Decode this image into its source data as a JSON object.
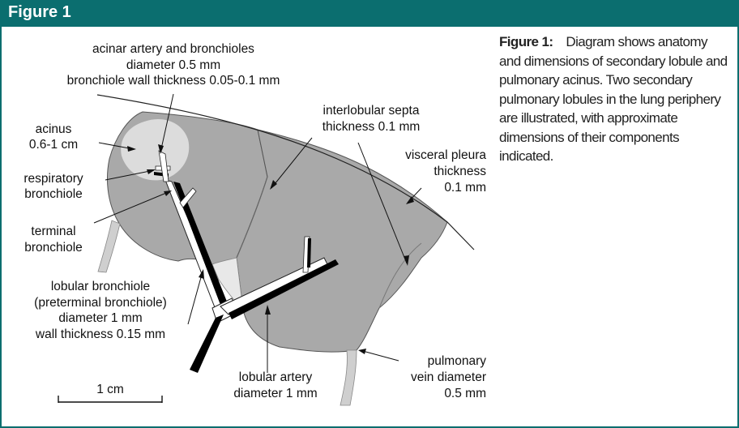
{
  "figure": {
    "header_title": "Figure 1",
    "caption_label": "Figure 1:",
    "caption_text": "Diagram shows anatomy and dimensions of secondary lobule and pulmonary acinus. Two secondary pulmonary lobules in the lung periphery are illustrated, with approximate dimensions of their components indicated."
  },
  "labels": {
    "acinar": [
      "acinar artery and bronchioles",
      "diameter 0.5 mm",
      "bronchiole wall thickness 0.05-0.1 mm"
    ],
    "acinus": [
      "acinus",
      "0.6-1 cm"
    ],
    "respiratory": [
      "respiratory",
      "bronchiole"
    ],
    "terminal": [
      "terminal",
      "bronchiole"
    ],
    "lobular_bronchiole": [
      "lobular bronchiole",
      "(preterminal bronchiole)",
      "diameter 1 mm",
      "wall thickness 0.15 mm"
    ],
    "interlobular": [
      "interlobular septa",
      "thickness 0.1 mm"
    ],
    "visceral": [
      "visceral pleura",
      "thickness",
      "0.1 mm"
    ],
    "lobular_artery": [
      "lobular artery",
      "diameter 1 mm"
    ],
    "pulmonary_vein": [
      "pulmonary",
      "vein diameter",
      "0.5 mm"
    ],
    "scale": "1 cm"
  },
  "colors": {
    "header": "#0b6e6f",
    "lobule_fill": "#a9a9a9",
    "acinus_fill": "#dcdcdc",
    "vein_fill": "#cfcfcf"
  }
}
